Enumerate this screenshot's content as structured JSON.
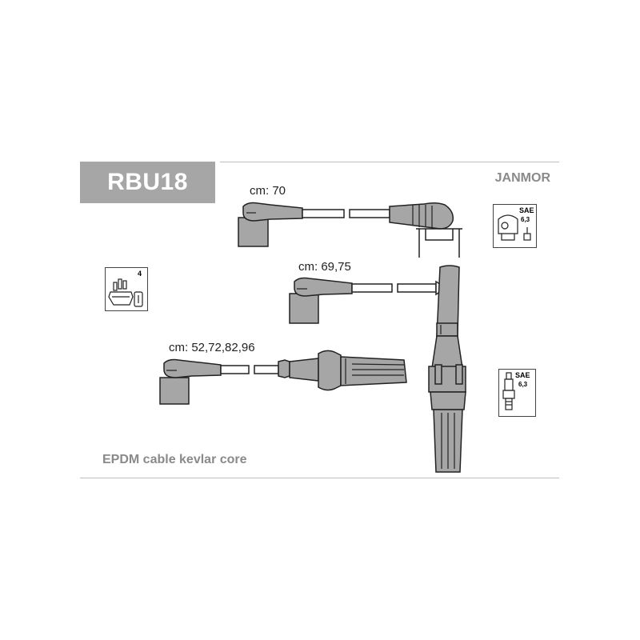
{
  "header": {
    "product_code": "RBU18",
    "brand": "JANMOR"
  },
  "cables": [
    {
      "length_label": "cm: 70"
    },
    {
      "length_label": "cm: 69,75"
    },
    {
      "length_label": "cm: 52,72,82,96"
    }
  ],
  "icons": {
    "distributor": {
      "icon": "distributor-cap-icon",
      "spec": "4"
    },
    "coil_terminal": {
      "icon": "coil-terminal-icon",
      "standard": "SAE",
      "spec": "6,3"
    },
    "spark_plug": {
      "icon": "spark-plug-icon",
      "standard": "SAE",
      "spec": "6,3"
    }
  },
  "footer": {
    "note": "EPDM cable kevlar core"
  },
  "colors": {
    "boot_fill": "#a6a6a6",
    "header_box": "#a6a6a6",
    "label_gray": "#8a8a8a"
  }
}
